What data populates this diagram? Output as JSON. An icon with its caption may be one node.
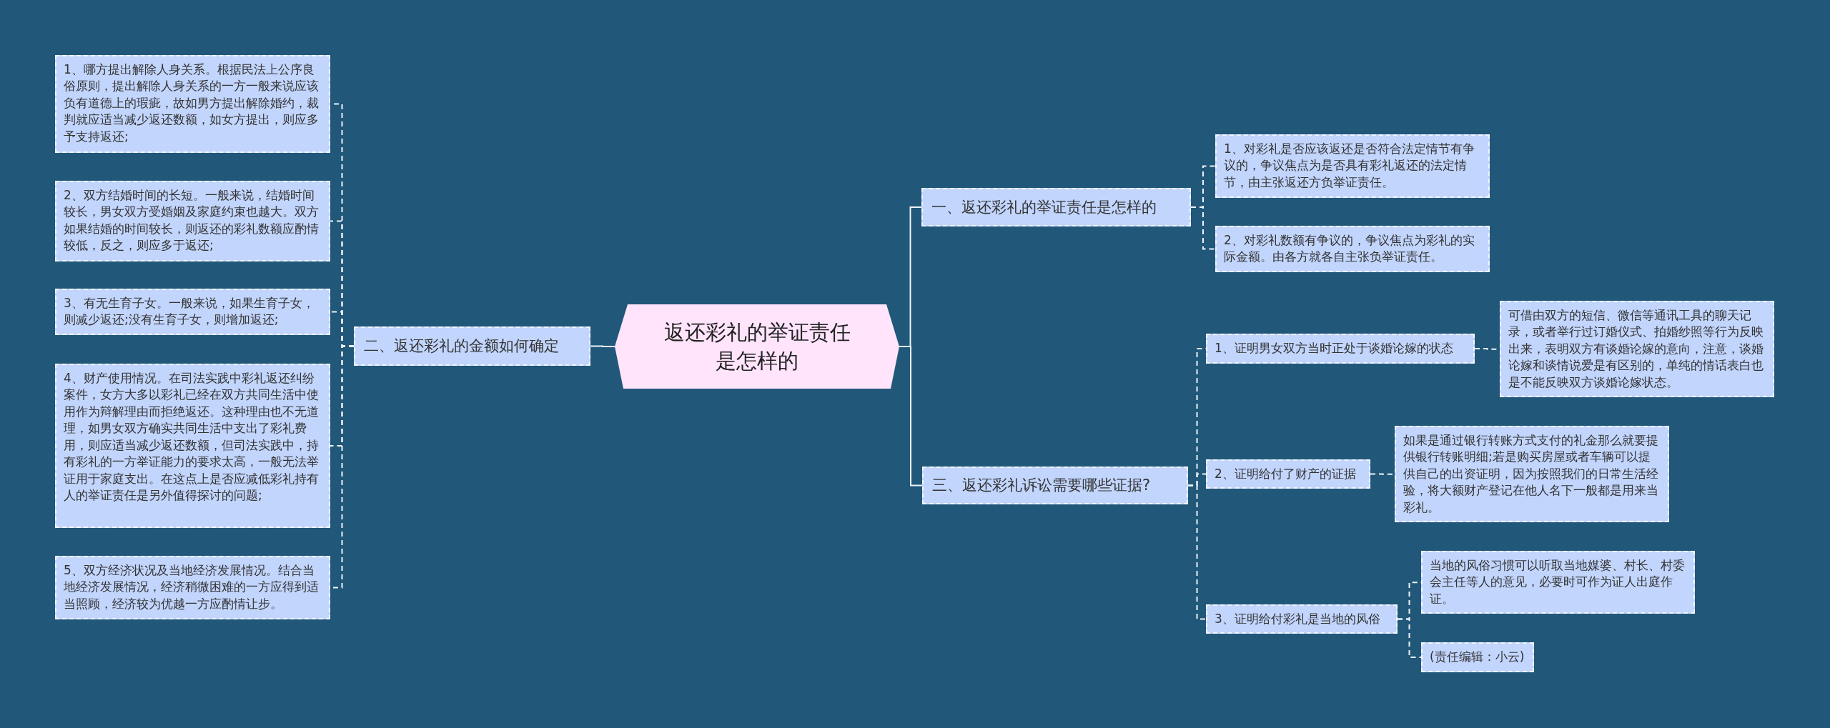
{
  "diagram": {
    "nodes": [
      {
        "text": [
          "返还彩礼的举证责任是怎样的"
        ]
      },
      {
        "text": [
          "一、返还彩礼的举证责任是怎样的"
        ]
      },
      {
        "text": [
          "1、对彩礼是否应该返还是否符合法定情节有争议的，争议焦点为是否具有彩礼返还的法定情节，由主张返还方负举证责任。"
        ]
      },
      {
        "text": [
          "2、对彩礼数额有争议的，争议焦点为彩礼的实际金额。由各方就各自主张负举证责任。"
        ]
      },
      {
        "text": [
          "二、返还彩礼的金额如何确定"
        ]
      },
      {
        "text": [
          "1、哪方提出解除人身关系。根据民法上公序良俗原则，提出解除人身关系的一方一般来说应该负有道德上的瑕疵，故如男方提出解除婚约，裁判就应适当减少返还数额，如女方提出，则应多予支持返还;"
        ]
      },
      {
        "text": [
          "2、双方结婚时间的长短。一般来说，结婚时间较长，男女双方受婚姻及家庭约束也越大。双方如果结婚的时间较长，则返还的彩礼数额应酌情较低，反之，则应多于返还;"
        ]
      },
      {
        "text": [
          "3、有无生育子女。一般来说，如果生育子女，则减少返还;没有生育子女，则增加返还;"
        ]
      },
      {
        "text": [
          "4、财产使用情况。在司法实践中彩礼返还纠纷案件，女方大多以彩礼已经在双方共同生活中使用作为辩解理由而拒绝返还。这种理由也不无道理，如男女双方确实共同生活中支出了彩礼费用，则应适当减少返还数额，但司法实践中，持有彩礼的一方举证能力的要求太高，一般无法举证用于家庭支出。在这点上是否应减低彩礼持有人的举证责任是另外值得探讨的问题;"
        ]
      },
      {
        "text": [
          "5、双方经济状况及当地经济发展情况。结合当地经济发展情况，经济稍微困难的一方应得到适当照顾，经济较为优越一方应酌情让步。"
        ]
      },
      {
        "text": [
          "三、返还彩礼诉讼需要哪些证据?"
        ]
      },
      {
        "text": [
          "1、证明男女双方当时正处于谈婚论嫁的状态"
        ]
      },
      {
        "text": [
          "可借由双方的短信、微信等通讯工具的聊天记录，或者举行过订婚仪式、拍婚纱照等行为反映出来，表明双方有谈婚论嫁的意向，注意，谈婚论嫁和谈情说爱是有区别的，单纯的情话表白也是不能反映双方谈婚论嫁状态。"
        ]
      },
      {
        "text": [
          "2、证明给付了财产的证据"
        ]
      },
      {
        "text": [
          "如果是通过银行转账方式支付的礼金那么就要提供银行转账明细;若是购买房屋或者车辆可以提供自己的出资证明，因为按照我们的日常生活经验，将大额财产登记在他人名下一般都是用来当彩礼。"
        ]
      },
      {
        "text": [
          "3、证明给付彩礼是当地的风俗"
        ]
      },
      {
        "text": [
          "当地的风俗习惯可以听取当地媒婆、村长、村委会主任等人的意见，必要时可作为证人出庭作证。"
        ]
      },
      {
        "text": [
          "(责任编辑：小云)"
        ]
      }
    ],
    "edges": [
      {
        "from": 0,
        "to": 1,
        "arrow": "none"
      },
      {
        "from": 1,
        "to": 2,
        "arrow": "none",
        "style": "dashed"
      },
      {
        "from": 1,
        "to": 3,
        "arrow": "none",
        "style": "dashed"
      },
      {
        "from": 0,
        "to": 4,
        "arrow": "none"
      },
      {
        "from": 4,
        "to": 5,
        "arrow": "none",
        "style": "dashed"
      },
      {
        "from": 4,
        "to": 6,
        "arrow": "none",
        "style": "dashed"
      },
      {
        "from": 4,
        "to": 7,
        "arrow": "none",
        "style": "dashed"
      },
      {
        "from": 4,
        "to": 8,
        "arrow": "none",
        "style": "dashed"
      },
      {
        "from": 4,
        "to": 9,
        "arrow": "none",
        "style": "dashed"
      },
      {
        "from": 0,
        "to": 10,
        "arrow": "none"
      },
      {
        "from": 10,
        "to": 11,
        "arrow": "none",
        "style": "dashed"
      },
      {
        "from": 11,
        "to": 12,
        "arrow": "none",
        "style": "dashed"
      },
      {
        "from": 10,
        "to": 13,
        "arrow": "none",
        "style": "dashed"
      },
      {
        "from": 13,
        "to": 14,
        "arrow": "none",
        "style": "dashed"
      },
      {
        "from": 10,
        "to": 15,
        "arrow": "none",
        "style": "dashed"
      },
      {
        "from": 15,
        "to": 16,
        "arrow": "none",
        "style": "dashed"
      },
      {
        "from": 15,
        "to": 17,
        "arrow": "none",
        "style": "dashed"
      }
    ]
  }
}
